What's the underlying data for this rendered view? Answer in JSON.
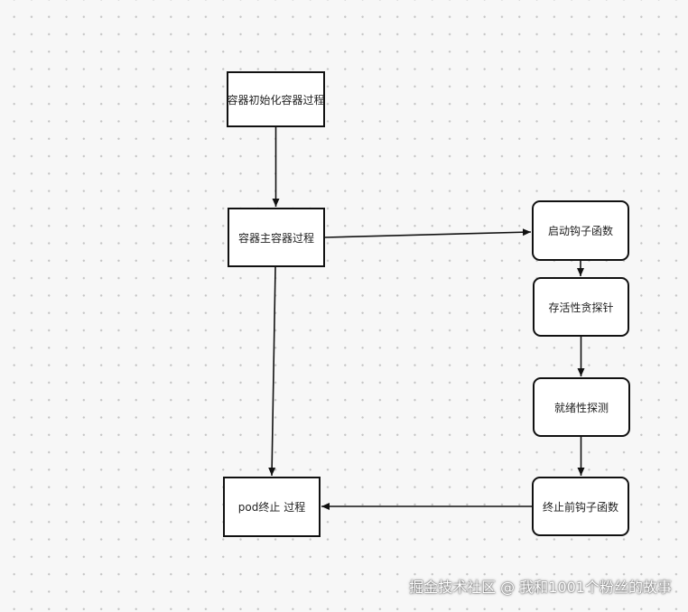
{
  "diagram": {
    "nodes": {
      "init": "容器初始化容器过程",
      "main": "容器主容器过程",
      "post_start": "启动钩子函数",
      "liveness": "存活性贪探针",
      "readiness": "就绪性探测",
      "pre_stop": "终止前钩子函数",
      "termination": "pod终止 过程"
    },
    "edges": [
      {
        "from": "init",
        "to": "main"
      },
      {
        "from": "main",
        "to": "post_start"
      },
      {
        "from": "post_start",
        "to": "liveness"
      },
      {
        "from": "liveness",
        "to": "readiness"
      },
      {
        "from": "readiness",
        "to": "pre_stop"
      },
      {
        "from": "pre_stop",
        "to": "termination"
      },
      {
        "from": "main",
        "to": "termination"
      }
    ],
    "colors": {
      "stroke": "#111111",
      "node_fill": "#ffffff",
      "background": "#f7f7f7"
    }
  },
  "watermark": "掘金技术社区 @ 我和1001个粉丝的故事"
}
